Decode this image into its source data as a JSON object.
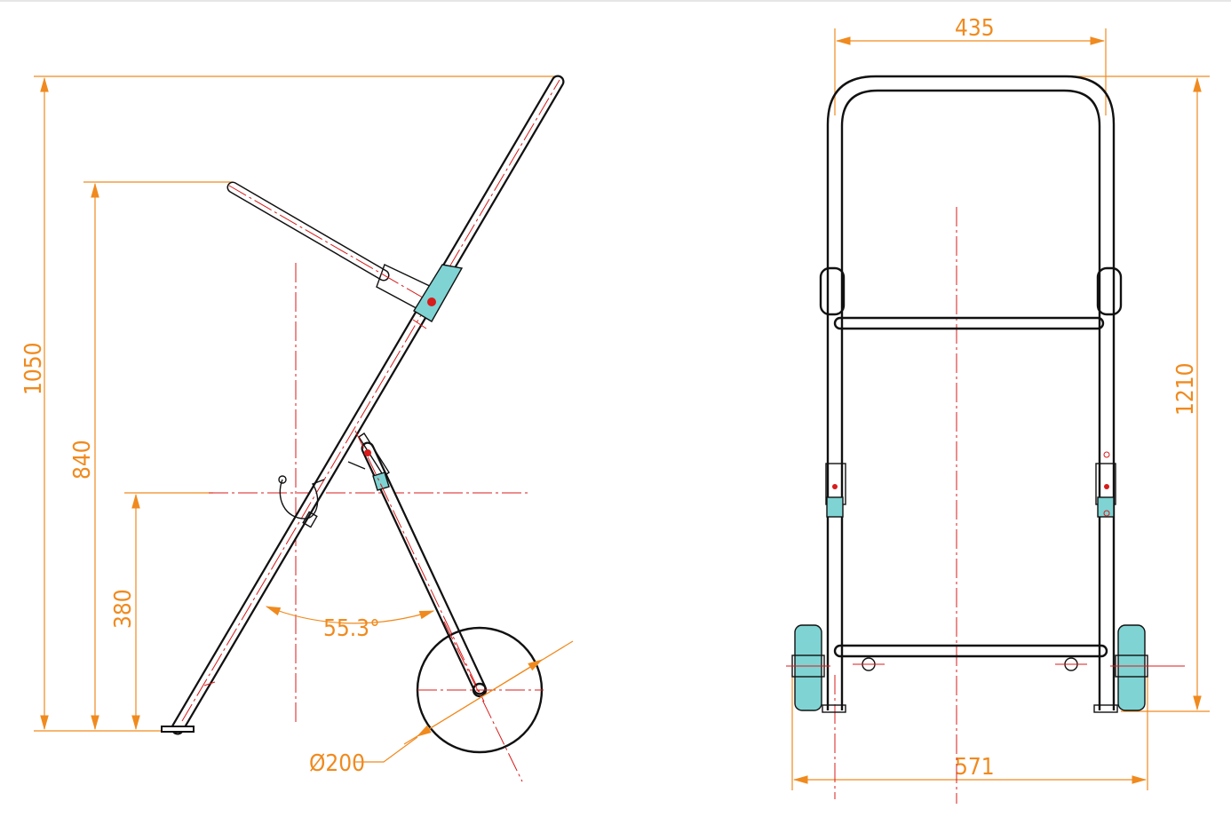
{
  "title": "Cart dimension drawing",
  "side_view": {
    "overall_height": "1050",
    "handle_height": "840",
    "hook_height": "380",
    "leg_angle": "55.3°",
    "wheel_diameter": "Ø200"
  },
  "front_view": {
    "top_width": "435",
    "overall_height": "1210",
    "overall_width": "571"
  },
  "colors": {
    "dimension": "#f08a1e",
    "centerline": "#d81b1b",
    "hatch": "#7fd3d3"
  }
}
